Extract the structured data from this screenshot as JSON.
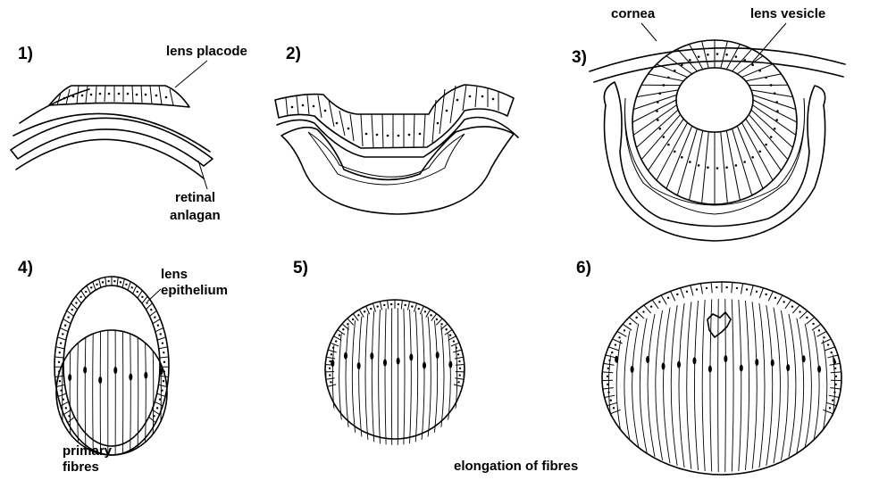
{
  "stages": [
    {
      "number": "1)",
      "labels": [
        "lens placode",
        "retinal",
        "anlagan"
      ]
    },
    {
      "number": "2)",
      "labels": []
    },
    {
      "number": "3)",
      "labels": [
        "cornea",
        "lens vesicle"
      ]
    },
    {
      "number": "4)",
      "labels": [
        "lens",
        "epithelium",
        "primary",
        "fibres"
      ]
    },
    {
      "number": "5)",
      "labels": []
    },
    {
      "number": "6)",
      "labels": []
    }
  ],
  "caption": "elongation of fibres"
}
